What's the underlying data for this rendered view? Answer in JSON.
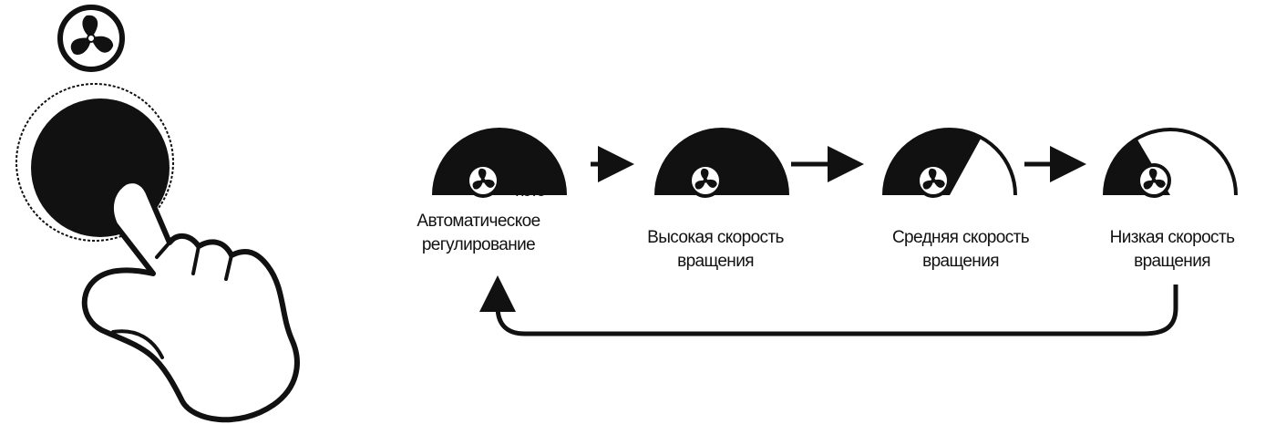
{
  "colors": {
    "ink": "#111111",
    "background": "#ffffff"
  },
  "icons": {
    "button_fan": "fan-icon",
    "mode_fan": "fan-icon",
    "hand": "pointing-hand-icon",
    "arrow": "arrow-right-icon",
    "return_arrow": "return-arrow-icon"
  },
  "modes": [
    {
      "line1": "Автоматическое",
      "line2": "регулирование",
      "tag": "AUTO",
      "fill": 1.0
    },
    {
      "line1": "Высокая скорость",
      "line2": "вращения",
      "tag": "",
      "fill": 1.0
    },
    {
      "line1": "Средняя скорость",
      "line2": "вращения",
      "tag": "",
      "fill": 0.66
    },
    {
      "line1": "Низкая скорость",
      "line2": "вращения",
      "tag": "",
      "fill": 0.33
    }
  ]
}
